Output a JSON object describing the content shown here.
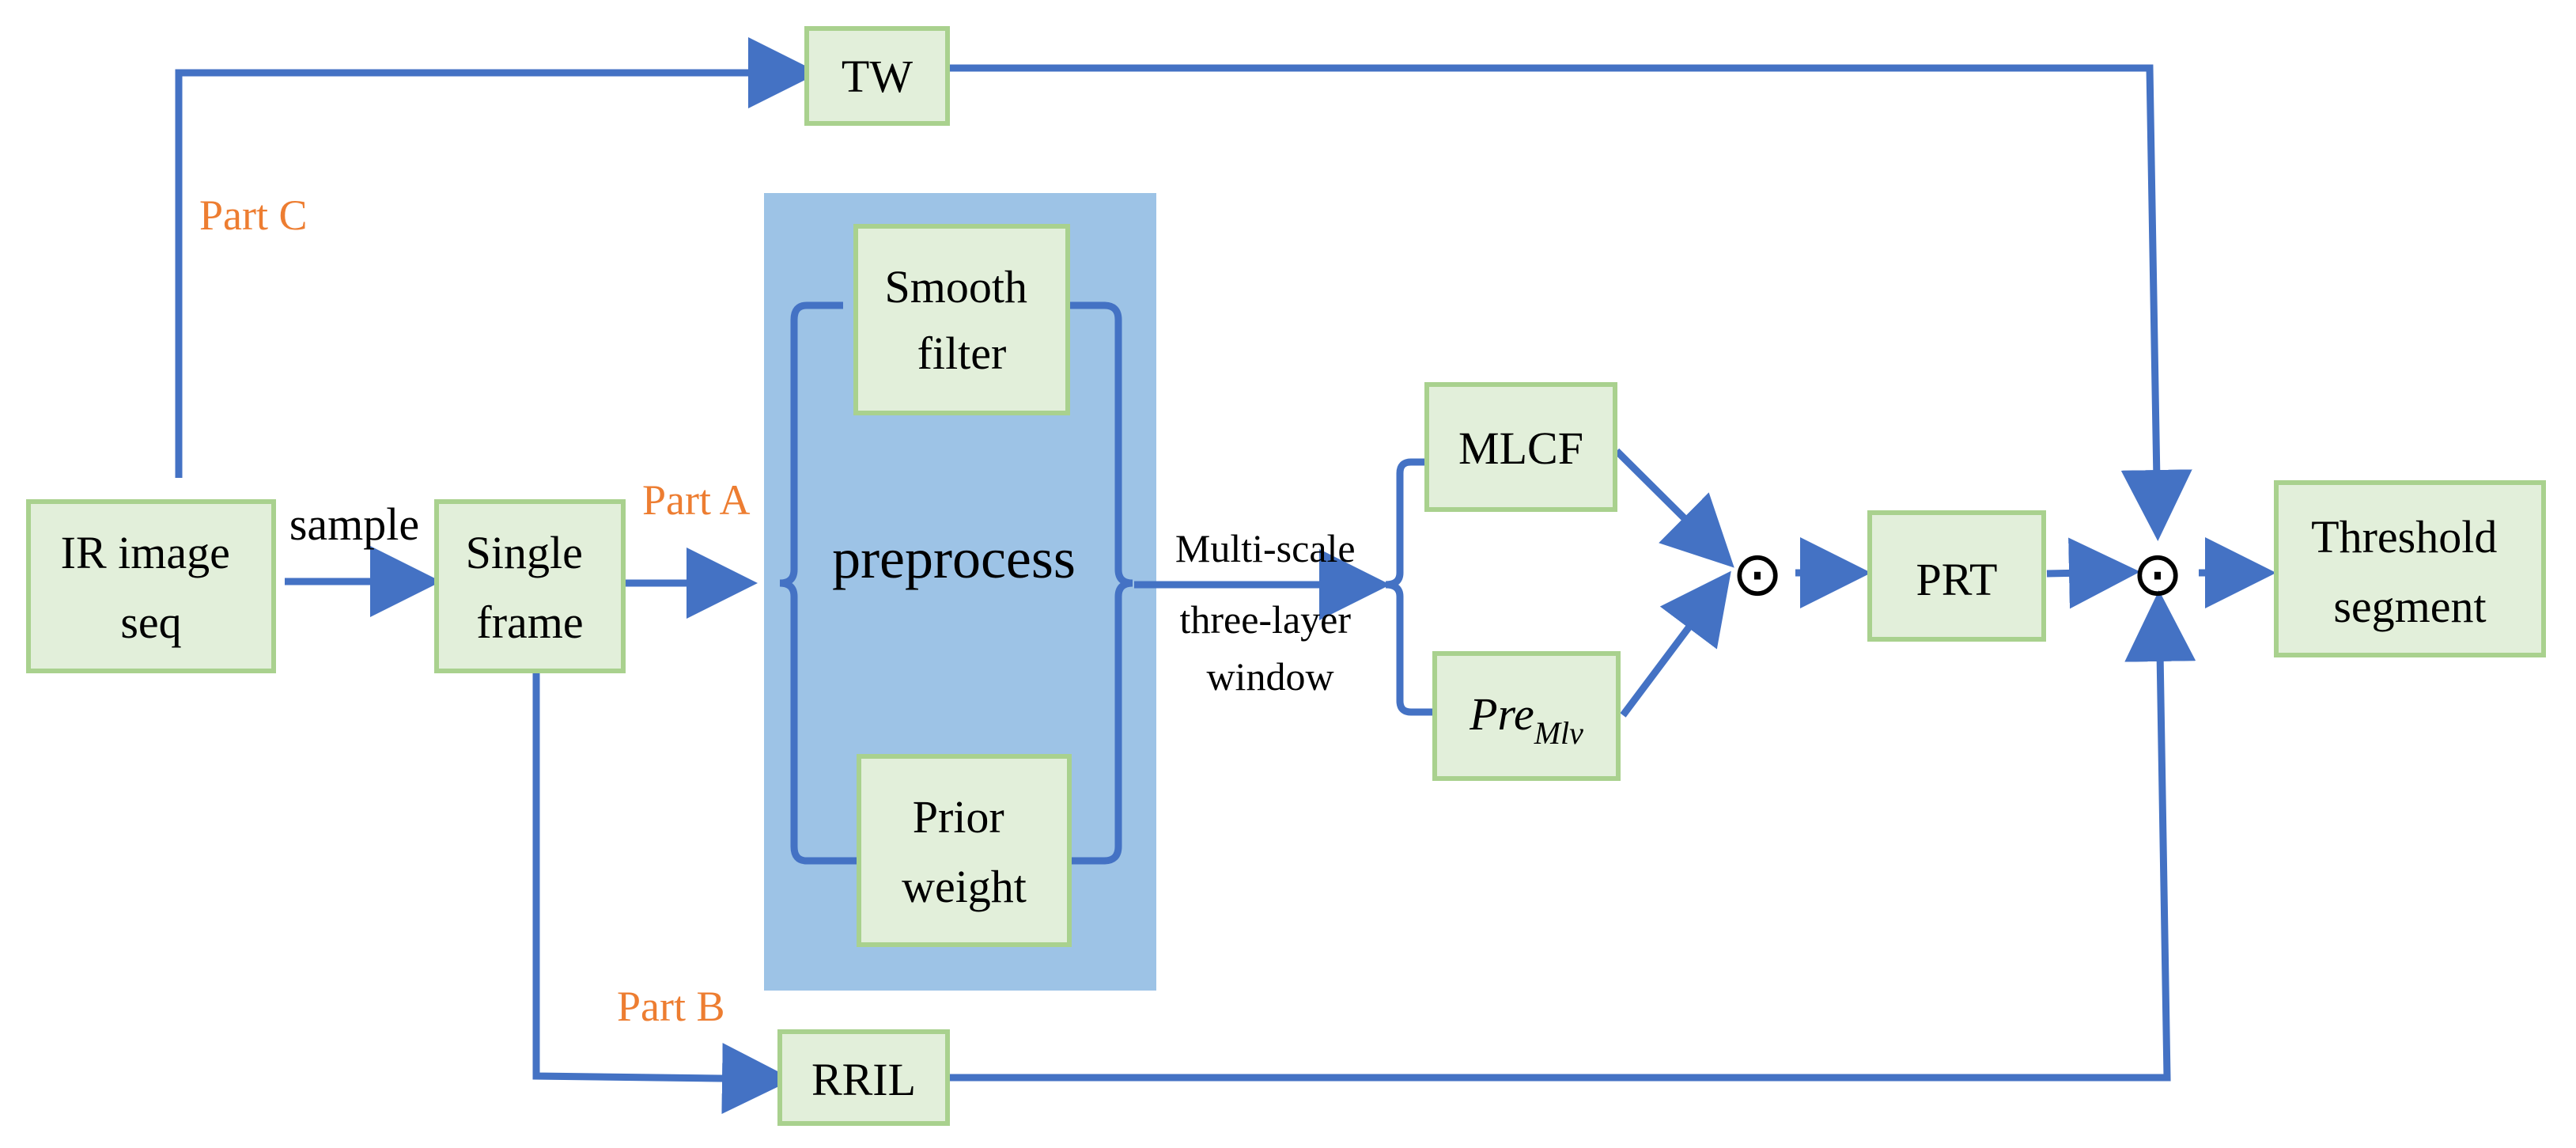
{
  "colors": {
    "flow_line": "#4472C4",
    "box_fill": "#E2EFDA",
    "box_border": "#A9D18E",
    "panel_fill": "#9DC3E6",
    "part_label": "#ED7D31"
  },
  "nodes": {
    "ir_seq": {
      "line1": "IR image",
      "line2": "seq"
    },
    "single_frame": {
      "line1": "Single",
      "line2": "frame"
    },
    "tw": {
      "label": "TW"
    },
    "smooth_filter": {
      "line1": "Smooth",
      "line2": "filter"
    },
    "prior_weight": {
      "line1": "Prior",
      "line2": "weight"
    },
    "preprocess": {
      "label": "preprocess"
    },
    "mlcf": {
      "label": "MLCF"
    },
    "pre_mlv": {
      "base": "Pre",
      "sub": "Mlv"
    },
    "prt": {
      "label": "PRT"
    },
    "rril": {
      "label": "RRIL"
    },
    "threshold_segment": {
      "line1": "Threshold",
      "line2": "segment"
    }
  },
  "edge_labels": {
    "sample": "sample",
    "window": {
      "line1": "Multi-scale",
      "line2": "three-layer",
      "line3": "window"
    }
  },
  "parts": {
    "a": "Part A",
    "b": "Part B",
    "c": "Part C"
  },
  "operators": {
    "hadamard_1": "⊙",
    "hadamard_2": "⊙"
  }
}
